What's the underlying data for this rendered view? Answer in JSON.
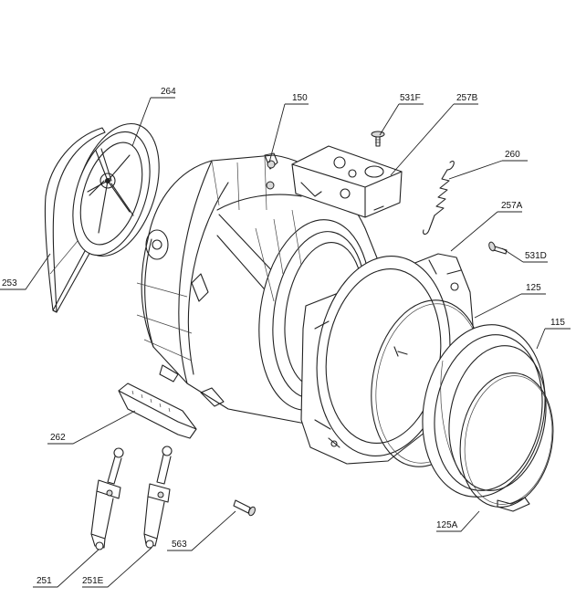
{
  "callouts": [
    {
      "id": "264",
      "text": "264"
    },
    {
      "id": "253",
      "text": "253"
    },
    {
      "id": "150",
      "text": "150"
    },
    {
      "id": "531F",
      "text": "531F"
    },
    {
      "id": "257B",
      "text": "257B"
    },
    {
      "id": "260",
      "text": "260"
    },
    {
      "id": "257A",
      "text": "257A"
    },
    {
      "id": "531D",
      "text": "531D"
    },
    {
      "id": "125",
      "text": "125"
    },
    {
      "id": "115",
      "text": "115"
    },
    {
      "id": "262",
      "text": "262"
    },
    {
      "id": "563",
      "text": "563"
    },
    {
      "id": "125A",
      "text": "125A"
    },
    {
      "id": "251",
      "text": "251"
    },
    {
      "id": "251E",
      "text": "251E"
    }
  ]
}
